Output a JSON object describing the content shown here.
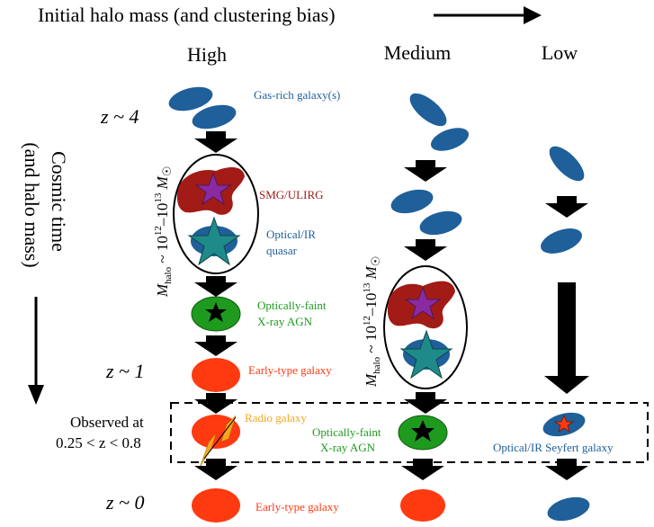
{
  "top_axis": {
    "label": "Initial halo mass (and clustering bias)",
    "columns": [
      "High",
      "Medium",
      "Low"
    ]
  },
  "side_axis": {
    "label_line1": "Cosmic time",
    "label_line2": "(and halo mass)"
  },
  "redshift_labels": {
    "z4": "z ~ 4",
    "z1": "z ~ 1",
    "z0": "z ~ 0",
    "observed_line1": "Observed at",
    "observed_line2": "0.25 < z < 0.8"
  },
  "halo_mass_label": {
    "prefix": "M",
    "subscript": "halo",
    "middle": " ~ 10",
    "exp1": "12",
    "dash": "–10",
    "exp2": "13",
    "unit": " M",
    "sun": "☉"
  },
  "stage_labels": {
    "gas_rich": "Gas-rich galaxy(s)",
    "smg": "SMG/ULIRG",
    "quasar_line1": "Optical/IR",
    "quasar_line2": "quasar",
    "xray_high_line1": "Optically-faint",
    "xray_high_line2": "X-ray AGN",
    "early_type_z1": "Early-type galaxy",
    "radio": "Radio galaxy",
    "xray_med_line1": "Optically-faint",
    "xray_med_line2": "X-ray AGN",
    "seyfert": "Optical/IR Seyfert galaxy",
    "early_type_z0": "Early-type galaxy"
  },
  "colors": {
    "gas_blue": "#1f5f9a",
    "smg_red": "#a31b17",
    "star_purple": "#8b2aa0",
    "quasar_teal": "#1f8a8a",
    "agn_green": "#1e9a1e",
    "early_red": "#ff3a10",
    "radio_orange": "#f5a623",
    "seyfert_star": "#ff3a10",
    "text_blue": "#1f5f9a",
    "text_red": "#a31b17",
    "text_green": "#1e9a1e",
    "text_orange": "#f5a623",
    "text_red_orange": "#ff3a10"
  }
}
